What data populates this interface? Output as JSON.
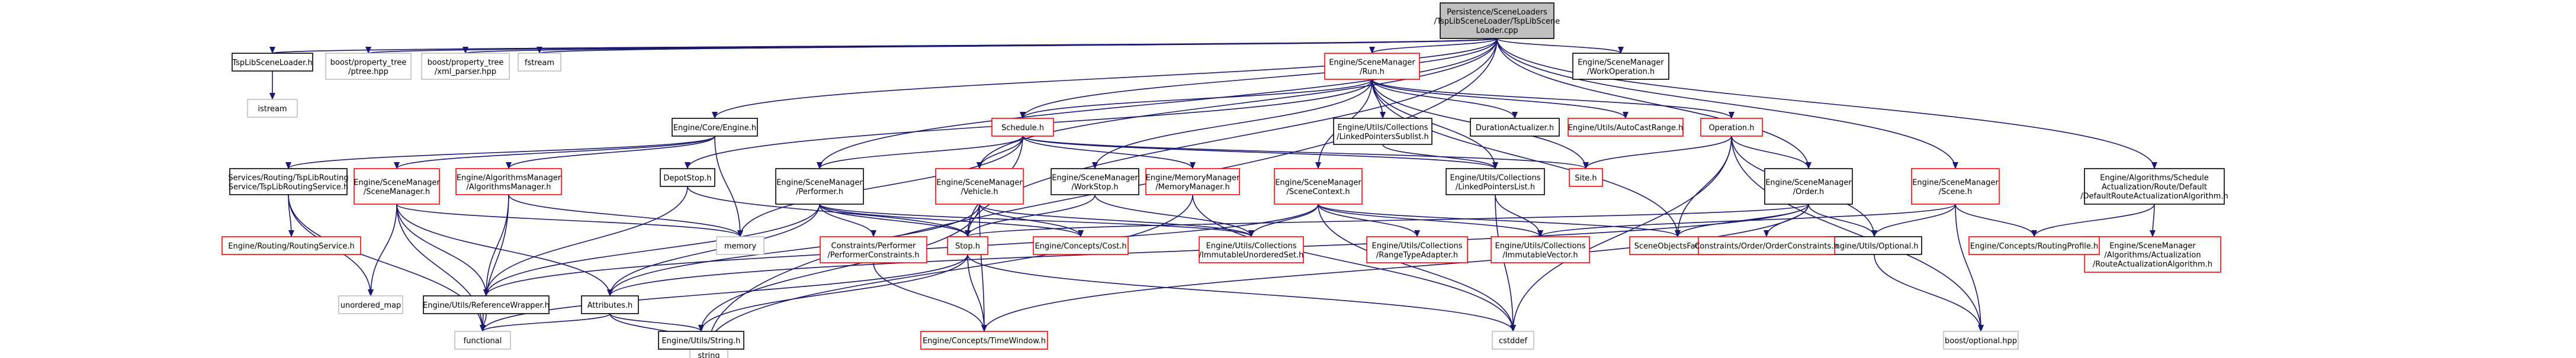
{
  "graph": {
    "root": [
      "Persistence/SceneLoaders",
      "/TspLibSceneLoader/TspLibScene",
      "Loader.cpp"
    ],
    "nodes": {
      "n_tsploader": [
        "TspLibSceneLoader.h"
      ],
      "n_ptree": [
        "boost/property_tree",
        "/ptree.hpp"
      ],
      "n_xmlparser": [
        "boost/property_tree",
        "/xml_parser.hpp"
      ],
      "n_fstream": [
        "fstream"
      ],
      "n_istream": [
        "istream"
      ],
      "n_run": [
        "Engine/SceneManager",
        "/Run.h"
      ],
      "n_workop": [
        "Engine/SceneManager",
        "/WorkOperation.h"
      ],
      "n_engine": [
        "Engine/Core/Engine.h"
      ],
      "n_schedule": [
        "Schedule.h"
      ],
      "n_sublist": [
        "Engine/Utils/Collections",
        "/LinkedPointersSublist.h"
      ],
      "n_duract": [
        "DurationActualizer.h"
      ],
      "n_autocast": [
        "Engine/Utils/AutoCastRange.h"
      ],
      "n_operation": [
        "Operation.h"
      ],
      "n_routingsvc": [
        "Services/Routing/TspLibRouting",
        "Service/TspLibRoutingService.h"
      ],
      "n_scenemgr": [
        "Engine/SceneManager",
        "/SceneManager.h"
      ],
      "n_algomgr": [
        "Engine/AlgorithmsManager",
        "/AlgorithmsManager.h"
      ],
      "n_depot": [
        "DepotStop.h"
      ],
      "n_performer": [
        "Engine/SceneManager",
        "/Performer.h"
      ],
      "n_vehicle": [
        "Engine/SceneManager",
        "/Vehicle.h"
      ],
      "n_workstop": [
        "Engine/SceneManager",
        "/WorkStop.h"
      ],
      "n_memmgr": [
        "Engine/MemoryManager",
        "/MemoryManager.h"
      ],
      "n_scenectx": [
        "Engine/SceneManager",
        "/SceneContext.h"
      ],
      "n_linkedlist": [
        "Engine/Utils/Collections",
        "/LinkedPointersList.h"
      ],
      "n_site": [
        "Site.h"
      ],
      "n_order": [
        "Engine/SceneManager",
        "/Order.h"
      ],
      "n_scene": [
        "Engine/SceneManager",
        "/Scene.h"
      ],
      "n_schedalgo": [
        "Engine/Algorithms/Schedule",
        "Actualization/Route/Default",
        "/DefaultRouteActualizationAlgorithm.h"
      ],
      "n_routeactalgo": [
        "Engine/SceneManager",
        "/Algorithms/Actualization",
        "/RouteActualizationAlgorithm.h"
      ],
      "n_routingh": [
        "Engine/Routing/RoutingService.h"
      ],
      "n_memory": [
        "memory"
      ],
      "n_unorderedmap": [
        "unordered_map"
      ],
      "n_refwrapper": [
        "Engine/Utils/ReferenceWrapper.h"
      ],
      "n_attributes": [
        "Attributes.h"
      ],
      "n_functional": [
        "functional"
      ],
      "n_string": [
        "string"
      ],
      "n_stringh": [
        "Engine/Utils/String.h"
      ],
      "n_perfcon": [
        "Constraints/Performer",
        "/PerformerConstraints.h"
      ],
      "n_stop": [
        "Stop.h"
      ],
      "n_cost": [
        "Engine/Concepts/Cost.h"
      ],
      "n_timewindow": [
        "Engine/Concepts/TimeWindow.h"
      ],
      "n_immset": [
        "Engine/Utils/Collections",
        "/ImmutableUnorderedSet.h"
      ],
      "n_rangetype": [
        "Engine/Utils/Collections",
        "/RangeTypeAdapter.h"
      ],
      "n_immvec": [
        "Engine/Utils/Collections",
        "/ImmutableVector.h"
      ],
      "n_factory": [
        "SceneObjectsFactory.h"
      ],
      "n_optional": [
        "Engine/Utils/Optional.h"
      ],
      "n_cstddef": [
        "cstddef"
      ],
      "n_ordercon": [
        "Constraints/Order/OrderConstraints.h"
      ],
      "n_routingprof": [
        "Engine/Concepts/RoutingProfile.h"
      ],
      "n_boostopt": [
        "boost/optional.hpp"
      ]
    }
  }
}
